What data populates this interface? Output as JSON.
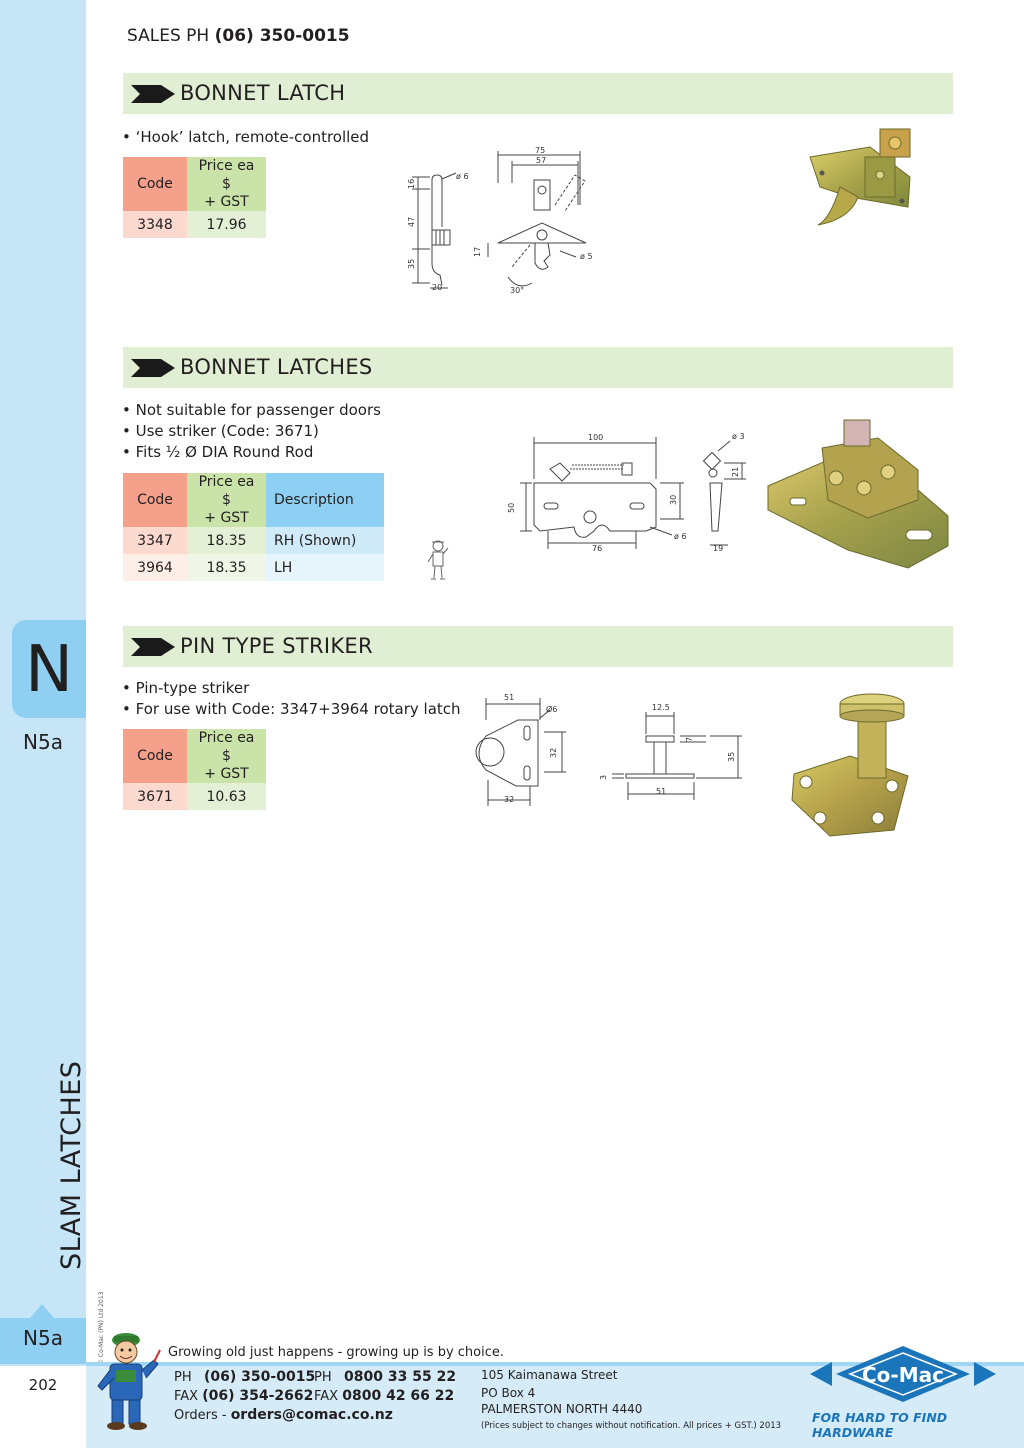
{
  "header": {
    "sales_label": "SALES  PH",
    "sales_phone": "(06) 350-0015"
  },
  "sidebar": {
    "section_letter": "N",
    "section_code": "N5a",
    "title": "SLAM LATCHES",
    "copyright": "© Co-Mac (PN) Ltd 2013",
    "tab_code": "N5a",
    "page_number": "202"
  },
  "sections": {
    "bonnet_latch": {
      "title": "BONNET LATCH",
      "bullets": [
        "• ‘Hook’ latch, remote-controlled"
      ],
      "table": {
        "headers": {
          "code": "Code",
          "price_line1": "Price ea $",
          "price_line2": "+ GST"
        },
        "rows": [
          {
            "code": "3348",
            "price": "17.96"
          }
        ]
      },
      "dims": {
        "d75": "75",
        "d57": "57",
        "d16": "16",
        "d47": "47",
        "d35": "35",
        "d20": "20",
        "d17": "17",
        "phi6": "ø 6",
        "phi5": "ø 5",
        "angle": "30°"
      }
    },
    "bonnet_latches": {
      "title": "BONNET LATCHES",
      "bullets": [
        "• Not suitable for passenger doors",
        "• Use striker (Code: 3671)",
        "• Fits ½ Ø DIA Round Rod"
      ],
      "table": {
        "headers": {
          "code": "Code",
          "price_line1": "Price ea $",
          "price_line2": "+ GST",
          "desc": "Description"
        },
        "rows": [
          {
            "code": "3347",
            "price": "18.35",
            "desc": "RH (Shown)"
          },
          {
            "code": "3964",
            "price": "18.35",
            "desc": "LH"
          }
        ]
      },
      "dims": {
        "d100": "100",
        "d50": "50",
        "d30": "30",
        "d76": "76",
        "phi6": "ø 6",
        "phi3": "ø 3",
        "d21": "21",
        "d19": "19"
      }
    },
    "pin_striker": {
      "title": "PIN TYPE STRIKER",
      "bullets": [
        "• Pin-type striker",
        "• For use with Code: 3347+3964 rotary latch"
      ],
      "table": {
        "headers": {
          "code": "Code",
          "price_line1": "Price ea $",
          "price_line2": "+ GST"
        },
        "rows": [
          {
            "code": "3671",
            "price": "10.63"
          }
        ]
      },
      "dims": {
        "d51a": "51",
        "phi6": "Ø6",
        "d32v": "32",
        "d32h": "32",
        "d125": "12.5",
        "d7": "7",
        "d35": "35",
        "d3": "3",
        "d51b": "51"
      }
    }
  },
  "footer": {
    "tagline": "Growing old just happens - growing up is by choice.",
    "ph_label": "PH",
    "ph": "(06) 350-0015",
    "fax_label": "FAX",
    "fax": "(06) 354-2662",
    "ph2_label": "PH",
    "ph2": "0800 33 55 22",
    "fax2_label": "FAX",
    "fax2": "0800 42 66 22",
    "orders_label": "Orders -",
    "orders": "orders@comac.co.nz",
    "address": [
      "105 Kaimanawa Street",
      "PO Box 4",
      "PALMERSTON NORTH 4440"
    ],
    "fine_print": "(Prices subject to changes without notification.  All prices + GST.)  2013",
    "logo_text": "Co-Mac",
    "slogan": "FOR HARD TO FIND HARDWARE"
  },
  "colors": {
    "sidebar": "#c6e6f7",
    "tab": "#8fd0f2",
    "banner": "#e0efd4",
    "code_header": "#f4a08b",
    "price_header": "#c9e3a9",
    "desc_header": "#8dd0f3",
    "brand_blue": "#1b75bb",
    "zinc_yellow": "#c9b24a"
  }
}
